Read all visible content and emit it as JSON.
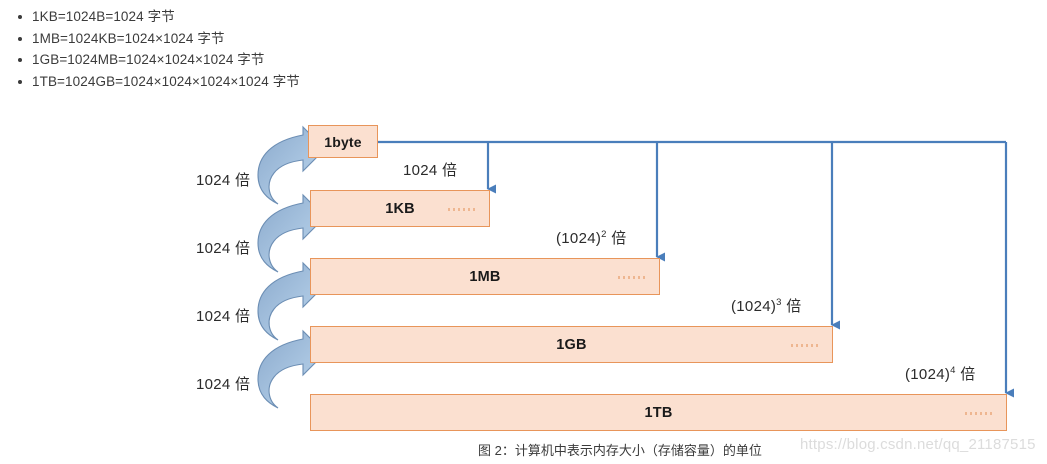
{
  "bullets": [
    "1KB=1024B=1024 字节",
    "1MB=1024KB=1024×1024 字节",
    "1GB=1024MB=1024×1024×1024 字节",
    "1TB=1024GB=1024×1024×1024×1024 字节"
  ],
  "diagram": {
    "boxes": [
      {
        "label": "1byte",
        "has_dots": false
      },
      {
        "label": "1KB",
        "has_dots": true
      },
      {
        "label": "1MB",
        "has_dots": true
      },
      {
        "label": "1GB",
        "has_dots": true
      },
      {
        "label": "1TB",
        "has_dots": true
      }
    ],
    "left_labels": [
      "1024 倍",
      "1024 倍",
      "1024 倍",
      "1024 倍"
    ],
    "right_labels": [
      {
        "base": "1024 倍",
        "text": "1024 倍",
        "prefix": "",
        "exp": "",
        "suffix": ""
      },
      {
        "base": "(1024)",
        "text": "(1024)2 倍",
        "prefix": "(1024)",
        "exp": "2",
        "suffix": " 倍"
      },
      {
        "base": "(1024)",
        "text": "(1024)3 倍",
        "prefix": "(1024)",
        "exp": "3",
        "suffix": " 倍"
      },
      {
        "base": "(1024)",
        "text": "(1024)4 倍",
        "prefix": "(1024)",
        "exp": "4",
        "suffix": " 倍"
      }
    ],
    "colors": {
      "box_fill": "#FBE0D0",
      "box_border": "#E8955A",
      "connector": "#4A7EBB",
      "arrow_dark": "#7F9FC4",
      "arrow_light": "#A8C4E0",
      "dots": "#EEB690"
    }
  },
  "caption": "图 2：计算机中表示内存大小（存储容量）的单位",
  "watermark": "https://blog.csdn.net/qq_21187515"
}
